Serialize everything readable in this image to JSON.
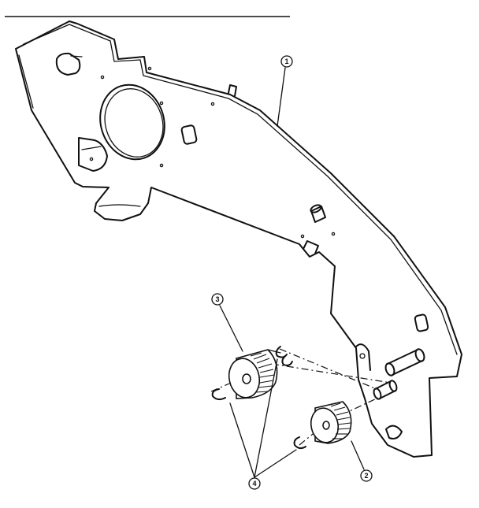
{
  "callouts": {
    "plate": "1",
    "lower_gear": "2",
    "upper_gear": "3",
    "retaining_rings": "4"
  },
  "colors": {
    "ink": "#111111",
    "paper": "#ffffff"
  }
}
